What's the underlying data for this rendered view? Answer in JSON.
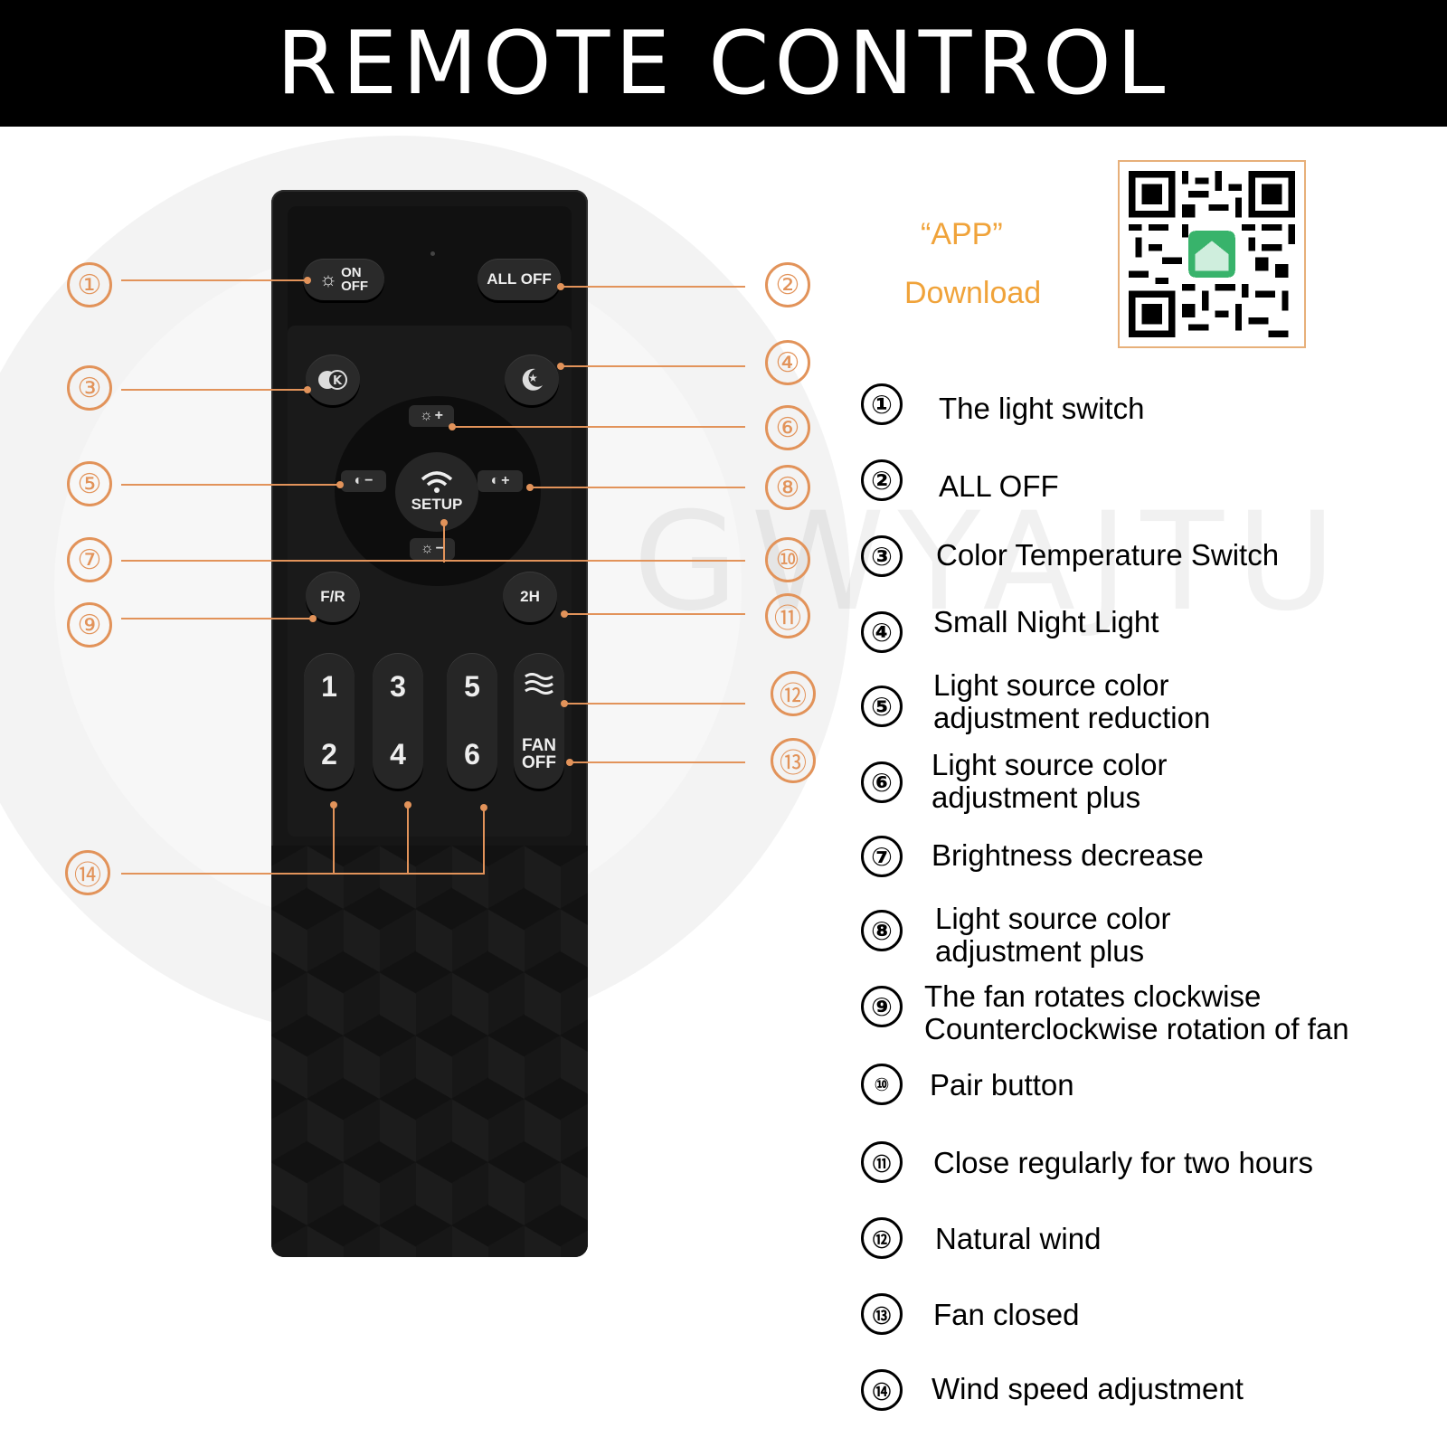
{
  "banner": {
    "title": "REMOTE CONTROL"
  },
  "watermark": "GWYAJTU",
  "app": {
    "title": "“APP”",
    "subtitle": "Download",
    "qr_icon": "qr-code"
  },
  "remote": {
    "on_off": {
      "line1": "ON",
      "line2": "OFF",
      "icon": "sun-icon"
    },
    "all_off": "ALL OFF",
    "color_temp": {
      "icon": "color-temperature-icon",
      "letter": "K"
    },
    "night": {
      "icon": "moon-star-icon"
    },
    "setup": {
      "label": "SETUP",
      "icon": "wifi-icon"
    },
    "ring_plus_top": "+",
    "ring_minus_left": "−",
    "ring_plus_right": "+",
    "ring_minus_bottom": "−",
    "fr": "F/R",
    "timer": "2H",
    "speeds": [
      "1",
      "2",
      "3",
      "4",
      "5",
      "6"
    ],
    "natural_wind": {
      "icon": "wind-waves-icon"
    },
    "fan_off": {
      "line1": "FAN",
      "line2": "OFF"
    }
  },
  "callouts": [
    "①",
    "②",
    "③",
    "④",
    "⑤",
    "⑥",
    "⑦",
    "⑧",
    "⑨",
    "⑩",
    "⑪",
    "⑫",
    "⑬",
    "⑭"
  ],
  "legend": [
    {
      "num": "①",
      "lines": [
        "The light switch"
      ]
    },
    {
      "num": "②",
      "lines": [
        "ALL OFF"
      ]
    },
    {
      "num": "③",
      "lines": [
        "Color Temperature Switch"
      ]
    },
    {
      "num": "④",
      "lines": [
        "Small Night Light"
      ]
    },
    {
      "num": "⑤",
      "lines": [
        "Light source color",
        "adjustment reduction"
      ]
    },
    {
      "num": "⑥",
      "lines": [
        "Light source color",
        "adjustment plus"
      ]
    },
    {
      "num": "⑦",
      "lines": [
        "Brightness decrease"
      ]
    },
    {
      "num": "⑧",
      "lines": [
        "Light source color",
        "adjustment plus"
      ]
    },
    {
      "num": "⑨",
      "lines": [
        "The fan rotates clockwise",
        "Counterclockwise rotation of fan"
      ]
    },
    {
      "num": "⑩",
      "lines": [
        "Pair button"
      ]
    },
    {
      "num": "⑪",
      "lines": [
        "Close regularly for two hours"
      ]
    },
    {
      "num": "⑫",
      "lines": [
        "Natural wind"
      ]
    },
    {
      "num": "⑬",
      "lines": [
        "Fan closed"
      ]
    },
    {
      "num": "⑭",
      "lines": [
        "Wind speed adjustment"
      ]
    }
  ],
  "colors": {
    "accent": "#e2935a",
    "app": "#f0a33a",
    "banner": "#000000"
  }
}
